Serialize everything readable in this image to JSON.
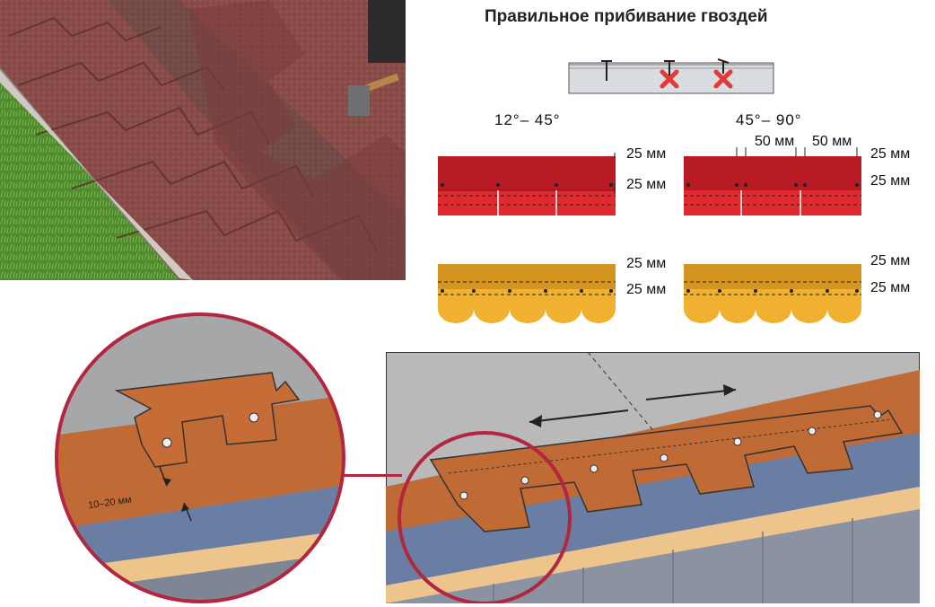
{
  "title": "Правильное прибивание гвоздей",
  "angle_low": "12°– 45°",
  "angle_high": "45°– 90°",
  "dim_25": "25 мм",
  "dim_50": "50 мм",
  "overhang_label": "10–20 мм",
  "colors": {
    "red_top": "#b71c24",
    "red_bottom": "#e02a2f",
    "yellow_top": "#d4951f",
    "yellow_bottom": "#f0b030",
    "shingle_orange": "#c06a35",
    "circle_outline": "#b2263f",
    "roof_grey": "#a6a7a9",
    "metal_blue": "#6a7ea3",
    "board_tan": "#eec48d"
  },
  "icons": [
    "cross-icon",
    "nail-icon",
    "arrow-left-icon",
    "arrow-right-icon"
  ]
}
